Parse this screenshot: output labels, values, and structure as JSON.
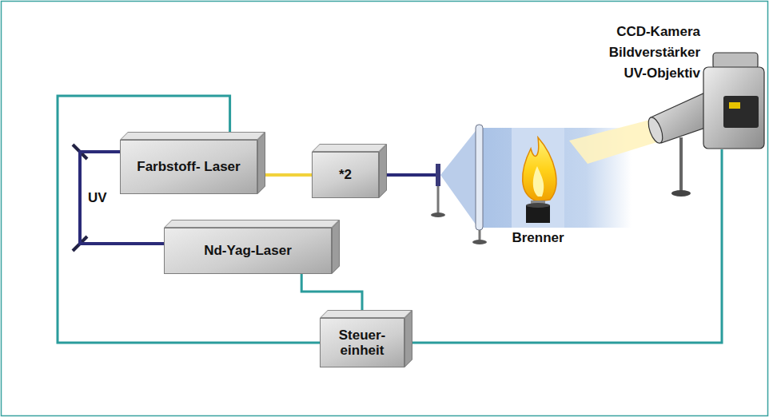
{
  "diagram": {
    "nodes": [
      {
        "text": [
          "Farbstoff- Laser"
        ]
      },
      {
        "text": [
          "*2"
        ]
      },
      {
        "text": [
          "Nd-Yag-Laser"
        ]
      },
      {
        "text": [
          "Steuer- einheit"
        ]
      }
    ],
    "edges": [
      {
        "from": 2,
        "to": 0,
        "arrow": "none"
      },
      {
        "from": 0,
        "to": 1,
        "arrow": "none"
      },
      {
        "from": 0,
        "to": 3,
        "arrow": "none"
      },
      {
        "from": 2,
        "to": 3,
        "arrow": "none"
      }
    ],
    "labels": [
      "CCD-Kamera",
      "Bildverstärker",
      "UV-Objektiv",
      "UV",
      "Brenner"
    ]
  }
}
